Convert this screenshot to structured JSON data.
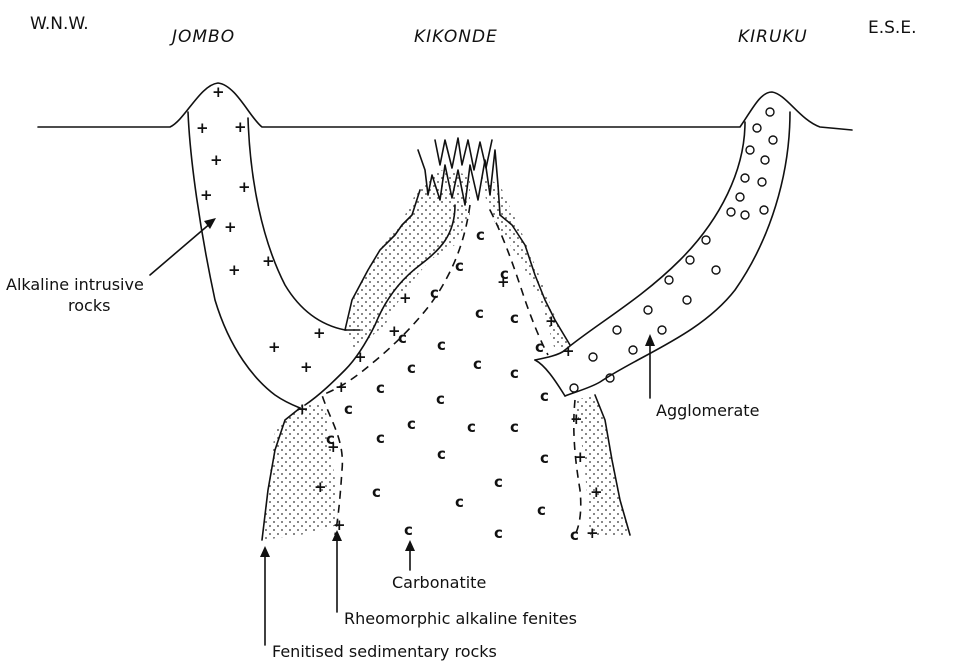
{
  "compass": {
    "west": "W.N.W.",
    "east": "E.S.E."
  },
  "places": {
    "left": "JOMBO",
    "center": "KIKONDE",
    "right": "KIRUKU"
  },
  "annotations": {
    "alkaline_line1": "Alkaline intrusive",
    "alkaline_line2": "rocks",
    "agglomerate": "Agglomerate",
    "carbonatite": "Carbonatite",
    "rheomorphic": "Rheomorphic alkaline fenites",
    "fenitised": "Fenitised sedimentary rocks"
  },
  "symbols": {
    "plus": "+",
    "c": "c"
  },
  "colors": {
    "ink": "#111111",
    "background": "#ffffff",
    "stipple": "#333333"
  }
}
